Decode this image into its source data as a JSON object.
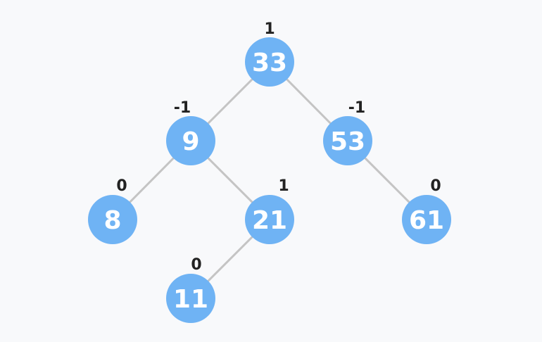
{
  "colors": {
    "background": "#f8f9fb",
    "node_fill": "#6fb3f4",
    "node_text": "#ffffff",
    "edge": "#c4c4c4",
    "balance_text": "#222222"
  },
  "tree": {
    "nodes": [
      {
        "id": "n33",
        "value": "33",
        "balance": "1"
      },
      {
        "id": "n9",
        "value": "9",
        "balance": "-1"
      },
      {
        "id": "n53",
        "value": "53",
        "balance": "-1"
      },
      {
        "id": "n8",
        "value": "8",
        "balance": "0"
      },
      {
        "id": "n21",
        "value": "21",
        "balance": "1"
      },
      {
        "id": "n61",
        "value": "61",
        "balance": "0"
      },
      {
        "id": "n11",
        "value": "11",
        "balance": "0"
      }
    ],
    "edges": [
      {
        "from": "n33",
        "to": "n9"
      },
      {
        "from": "n33",
        "to": "n53"
      },
      {
        "from": "n9",
        "to": "n8"
      },
      {
        "from": "n9",
        "to": "n21"
      },
      {
        "from": "n53",
        "to": "n61"
      },
      {
        "from": "n21",
        "to": "n11"
      }
    ]
  }
}
